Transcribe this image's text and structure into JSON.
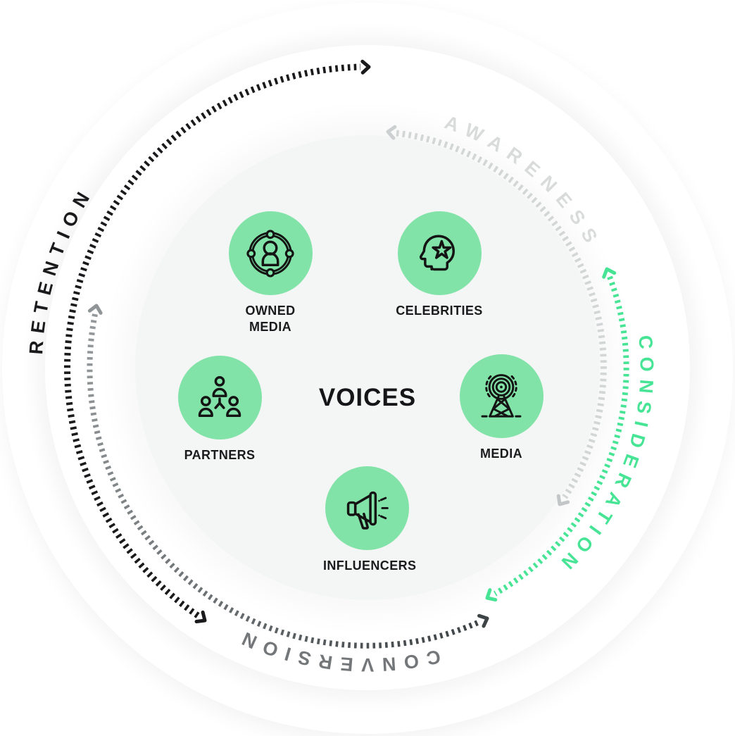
{
  "diagram": {
    "center_title": "VOICES",
    "stages": [
      {
        "label": "RETENTION",
        "color": "#1a1a1c"
      },
      {
        "label": "AWARENESS",
        "color": "#d9dbdb"
      },
      {
        "label": "CONSIDERATION",
        "color": "#47e495"
      },
      {
        "label": "CONVERSION",
        "color": "#747779"
      }
    ],
    "voices": [
      {
        "label": "OWNED MEDIA",
        "icon": "network-user-icon"
      },
      {
        "label": "CELEBRITIES",
        "icon": "head-star-icon"
      },
      {
        "label": "PARTNERS",
        "icon": "org-people-icon"
      },
      {
        "label": "MEDIA",
        "icon": "broadcast-tower-icon"
      },
      {
        "label": "INFLUENCERS",
        "icon": "megaphone-icon"
      }
    ],
    "colors": {
      "icon_circle_green": "#82e3a8",
      "arc_black": "#1a1a1c",
      "arc_light_gray": "#d3d6d6",
      "arc_green": "#47e495",
      "arc_dark_gray_start": "#95999b",
      "arc_dark_gray_end": "#3e4346",
      "center_disc": "#f4f5f5",
      "outer_disc": "#ffffff"
    }
  }
}
